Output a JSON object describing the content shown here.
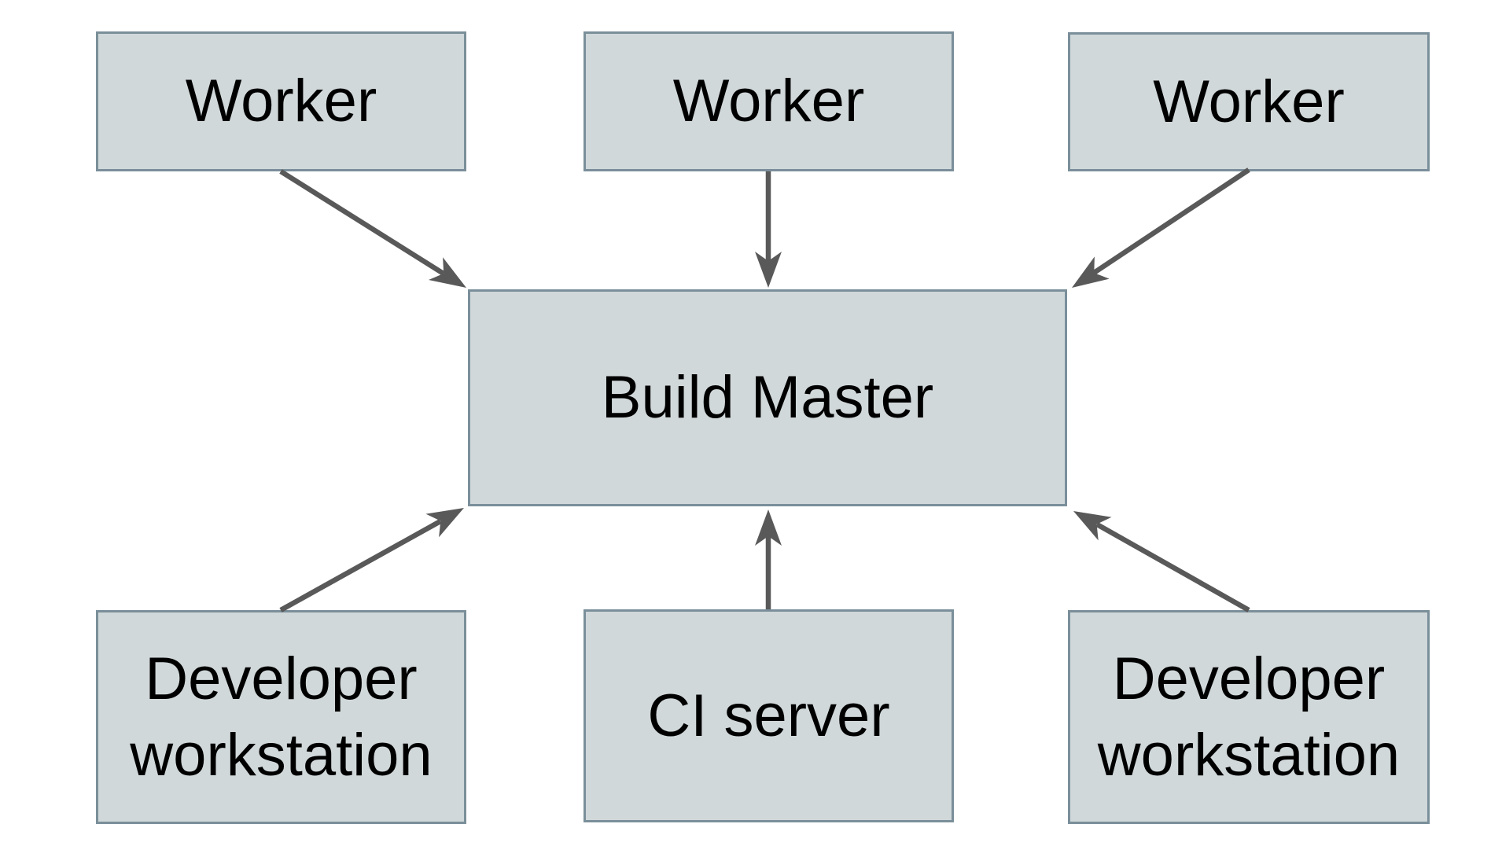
{
  "diagram": {
    "colors": {
      "background": "#ffffff",
      "node_fill": "#d1d8da",
      "node_border": "#7a8f9a",
      "arrow_color": "#595959",
      "text_color": "#000000"
    },
    "nodes": [
      {
        "id": "worker-1",
        "label": "Worker"
      },
      {
        "id": "worker-2",
        "label": "Worker"
      },
      {
        "id": "worker-3",
        "label": "Worker"
      },
      {
        "id": "build-master",
        "label": "Build Master"
      },
      {
        "id": "developer-workstation-1",
        "label": "Developer workstation"
      },
      {
        "id": "ci-server",
        "label": "CI server"
      },
      {
        "id": "developer-workstation-2",
        "label": "Developer workstation"
      }
    ],
    "edges": [
      {
        "from": "worker-1",
        "to": "build-master"
      },
      {
        "from": "worker-2",
        "to": "build-master"
      },
      {
        "from": "worker-3",
        "to": "build-master"
      },
      {
        "from": "developer-workstation-1",
        "to": "build-master"
      },
      {
        "from": "ci-server",
        "to": "build-master"
      },
      {
        "from": "developer-workstation-2",
        "to": "build-master"
      }
    ]
  }
}
